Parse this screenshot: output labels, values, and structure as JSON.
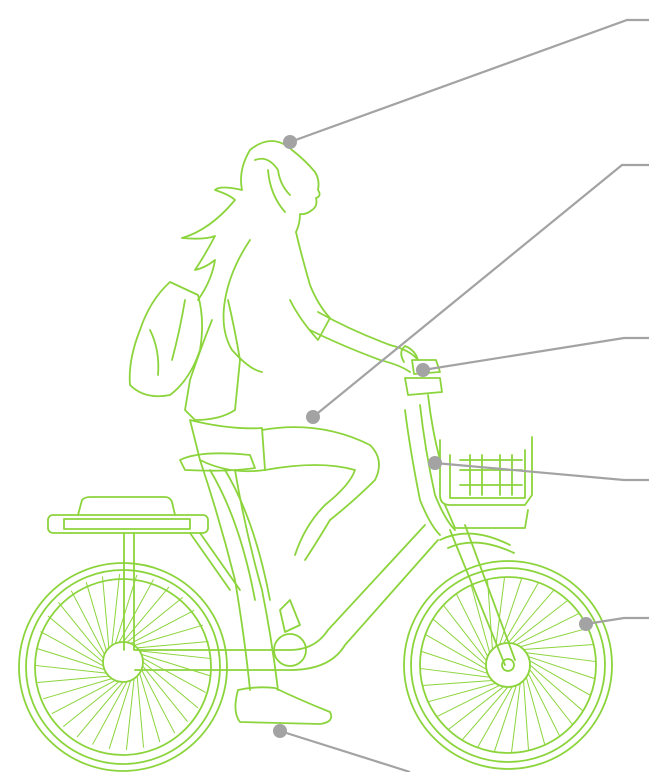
{
  "figure": {
    "line_color": "#8cd43c",
    "leader_color": "#a3a3a3",
    "background": "#ffffff",
    "callouts": [
      {
        "id": "head"
      },
      {
        "id": "torso"
      },
      {
        "id": "handlebar"
      },
      {
        "id": "brake-lever"
      },
      {
        "id": "front-wheel"
      },
      {
        "id": "pedal"
      }
    ]
  }
}
